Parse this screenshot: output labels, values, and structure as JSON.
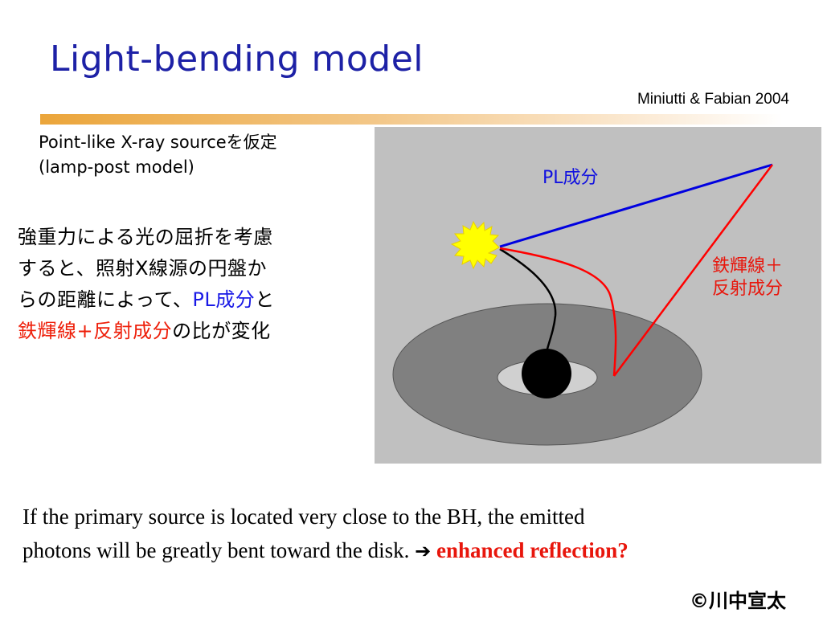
{
  "slide": {
    "title": "Light-bending model",
    "citation": "Miniutti & Fabian 2004"
  },
  "source_note": {
    "line1": "Point-like X-ray sourceを仮定",
    "line2": "(lamp-post model)"
  },
  "jp_explanation": {
    "line1": "強重力による光の屈折を考慮",
    "line2": "すると、照射X線源の円盤か",
    "line3_prefix": "らの距離によって、",
    "line3_pl": "PL成分",
    "line3_suffix": "と",
    "line4_fe": "鉄輝線+反射成分",
    "line4_suffix": "の比が変化"
  },
  "figure": {
    "label_pl": "PL成分",
    "label_fe_line1": "鉄輝線＋",
    "label_fe_line2": "反射成分",
    "colors": {
      "background": "#c0c0c0",
      "disk": "#808080",
      "inner_gap": "#d0d0d0",
      "black_hole": "#000000",
      "source": "#ffff00",
      "pl_ray": "#0000e0",
      "reflection_ray": "#ff0000"
    }
  },
  "caption": {
    "line1": "If the primary source is located very close to the BH, the emitted",
    "line2": "photons will be greatly bent toward the disk.",
    "arrow": "➔",
    "emphasis": "enhanced reflection?"
  },
  "copyright": "©川中宣太",
  "colors": {
    "title": "#1d21a6",
    "blue_emphasis": "#1a1ae6",
    "red_emphasis": "#ee1f0a"
  }
}
